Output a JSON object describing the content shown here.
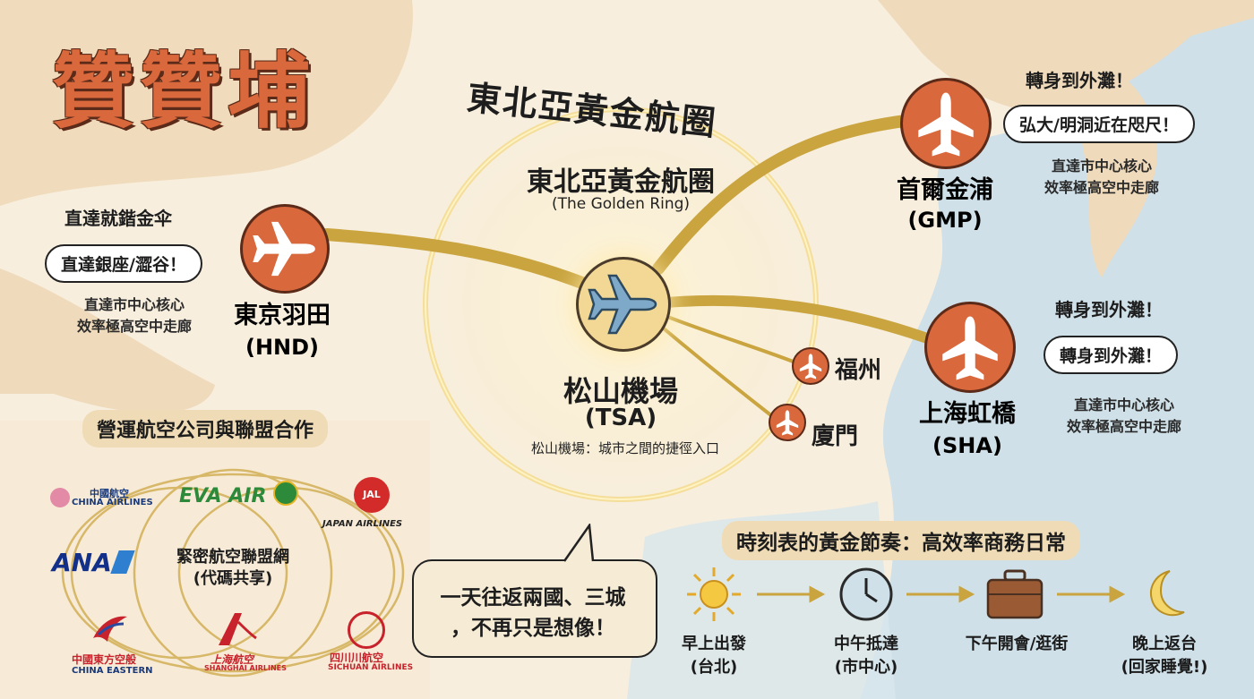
{
  "brand": "贊贊埔",
  "ring_title": "東北亞黃金航圈",
  "hub": {
    "title": "東北亞黃金航圈",
    "subtitle": "(The Golden Ring)",
    "name": "松山機場",
    "code": "(TSA)",
    "desc": "松山機場：城市之間的捷徑入口"
  },
  "airports": {
    "hnd": {
      "name": "東京羽田",
      "code": "(HND)",
      "header": "直達就鍇金伞",
      "bubble": "直達銀座/澀谷！",
      "note1": "直達市中心核心",
      "note2": "效率極高空中走廊"
    },
    "gmp": {
      "name": "首爾金浦",
      "code": "(GMP)",
      "header": "轉身到外灘！",
      "bubble": "弘大/明洞近在咫尺！",
      "note1": "直達市中心核心",
      "note2": "效率極高空中走廊"
    },
    "sha": {
      "name": "上海虹橋",
      "code": "(SHA)",
      "header": "轉身到外灘！",
      "bubble": "轉身到外灘！",
      "note1": "直達市中心核心",
      "note2": "效率極高空中走廊"
    },
    "foc": {
      "name": "福州"
    },
    "xmn": {
      "name": "廈門"
    }
  },
  "alliance": {
    "title": "營運航空公司與聯盟合作",
    "center1": "緊密航空聯盟網",
    "center2": "(代碼共享)",
    "china_airlines_cn": "中國航空",
    "china_airlines_en": "CHINA AIRLINES",
    "eva": "EVA AIR",
    "jal_badge": "JAL",
    "jal": "JAPAN AIRLINES",
    "ana": "ANA",
    "china_eastern_cn": "中國東方空般",
    "china_eastern_en": "CHINA EASTERN",
    "shanghai_cn": "上海航空",
    "shanghai_en": "SHANGHAI AIRLINES",
    "sichuan_cn": "四川川航空",
    "sichuan_en": "SICHUAN AIRLINES"
  },
  "callout": {
    "line1": "一天往返兩國、三城",
    "line2": "，不再只是想像！"
  },
  "schedule": {
    "title": "時刻表的黃金節奏：高效率商務日常",
    "steps": [
      {
        "l1": "早上出發",
        "l2": "(台北)",
        "icon": "sun-icon"
      },
      {
        "l1": "中午抵達",
        "l2": "(市中心)",
        "icon": "clock-icon"
      },
      {
        "l1": "下午開會/逛街",
        "l2": "",
        "icon": "briefcase-icon"
      },
      {
        "l1": "晚上返台",
        "l2": "(回家睡覺!)",
        "icon": "moon-icon"
      }
    ]
  },
  "colors": {
    "accent": "#d9683c",
    "gold": "#c9a43f",
    "sea": "#cfe0e8",
    "hub": "#7ea9c9"
  }
}
